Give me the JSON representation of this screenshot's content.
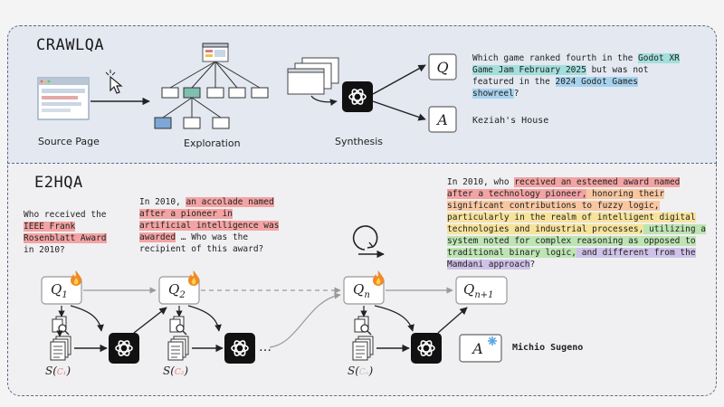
{
  "crawlqa": {
    "title": "CRAWLQA",
    "source_label": "Source Page",
    "exploration_label": "Exploration",
    "synthesis_label": "Synthesis",
    "q_symbol": "Q",
    "a_symbol": "A",
    "question": {
      "p1": "Which game ranked fourth in the ",
      "h1": "Godot XR Game Jam February 2025",
      "p2": " but was not featured in the ",
      "h2": "2024 Godot Games showreel",
      "p3": "?"
    },
    "answer": "Keziah's House"
  },
  "e2hqa": {
    "title": "E2HQA",
    "q1_text": {
      "p1": "Who received the ",
      "h1": "IEEE Frank Rosenblatt Award",
      "p2": " in 2010?"
    },
    "q2_text": {
      "p1": "In 2010, ",
      "h1": "an accolade named after a pioneer in artificial intelligence was awarded",
      "p2": " … Who was the recipient of this award?"
    },
    "qn_text": {
      "p1": "In 2010, who ",
      "h1": "received an esteemed award named after a technology pioneer,",
      "h2": " honoring their significant contributions to fuzzy logic,",
      "h3": " particularly in the realm of intelligent digital technologies and industrial processes,",
      "h4": " utilizing a system noted for complex reasoning as opposed to traditional binary logic,",
      "h5": " and different from the Mamdani approach",
      "p2": "?"
    },
    "q_labels": [
      "Q",
      "Q",
      "Q",
      "Q"
    ],
    "q_subs": [
      "1",
      "2",
      "n",
      "n+1"
    ],
    "s_labels": [
      "S(",
      "S(",
      "S("
    ],
    "s_subs": [
      "C₁",
      "C₂",
      "Cₙ"
    ],
    "ellipsis": "…",
    "a_symbol": "A",
    "answer": "Michio Sugeno"
  },
  "colors": {
    "teal": "#a3dfdc",
    "blue": "#a7d2ee",
    "red": "#f3a3a3",
    "orange": "#f8c7a0",
    "yellow": "#f7e39a",
    "green": "#bde4b3",
    "purple": "#cfc2e8",
    "flame": "#f08a24"
  }
}
